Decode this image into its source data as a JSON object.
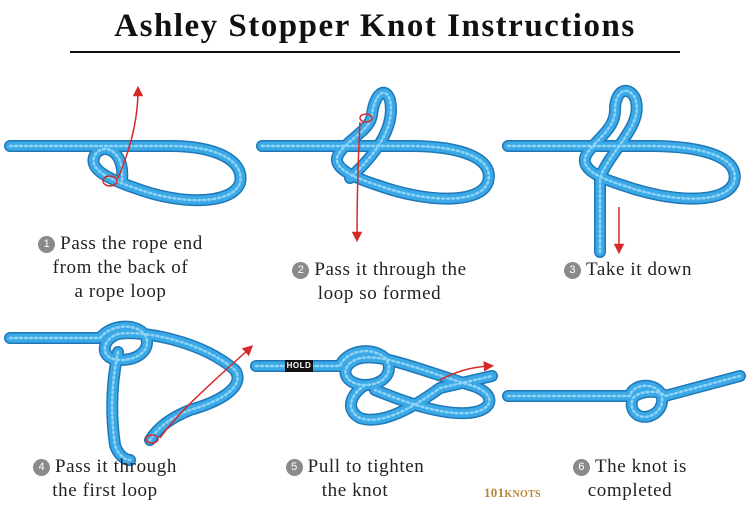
{
  "title": "Ashley Stopper Knot Instructions",
  "hold_label": "HOLD",
  "logo": {
    "num": "101",
    "name": "KNOTS"
  },
  "colors": {
    "rope": "#3aa9e6",
    "rope_dark": "#1f77b8",
    "rope_light": "#8fd3f7",
    "arrow": "#d62a2a",
    "marker": "#d62a2a",
    "badge": "#8a8a8a"
  },
  "steps": [
    {
      "num": "1",
      "lines": [
        "Pass the rope end",
        "from the back of",
        "a rope loop"
      ]
    },
    {
      "num": "2",
      "lines": [
        "Pass it through the",
        "loop so formed"
      ]
    },
    {
      "num": "3",
      "lines": [
        "Take it down"
      ]
    },
    {
      "num": "4",
      "lines": [
        "Pass it through",
        "the first loop"
      ]
    },
    {
      "num": "5",
      "lines": [
        "Pull to tighten",
        "the knot"
      ]
    },
    {
      "num": "6",
      "lines": [
        "The knot is",
        "completed"
      ]
    }
  ]
}
